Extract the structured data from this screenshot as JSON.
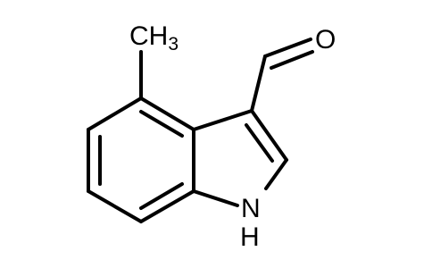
{
  "labels": {
    "methyl_c": "CH",
    "methyl_sub": "3",
    "oxygen": "O",
    "nh_n": "N",
    "nh_h": "H"
  },
  "colors": {
    "bond": "#000000",
    "text": "#000000",
    "background": "#ffffff"
  }
}
